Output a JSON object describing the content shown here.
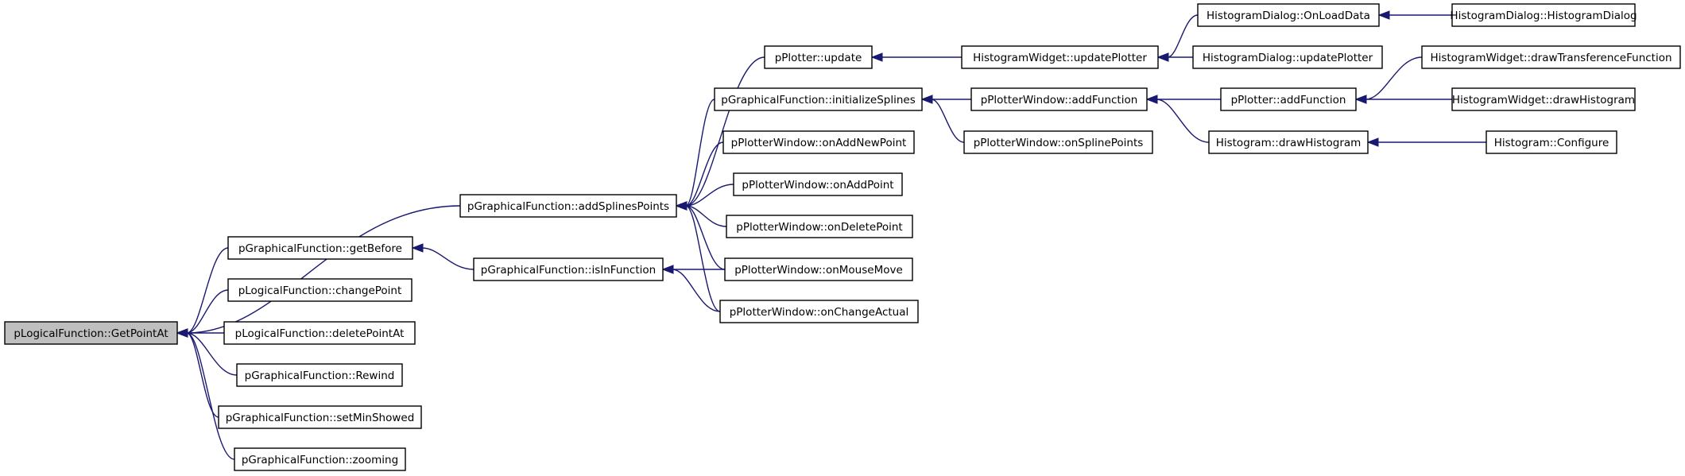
{
  "colors": {
    "node_fill": "#ffffff",
    "focus_node_fill": "#bfbfbf",
    "node_border": "#000000",
    "edge": "#191970",
    "background": "#ffffff"
  },
  "graph": {
    "direction": "right-to-left (caller graph)",
    "focus_node": "GetPointAt",
    "nodes": [
      {
        "id": "GetPointAt",
        "label": "pLogicalFunction::GetPointAt"
      },
      {
        "id": "addSplinesPoints",
        "label": "pGraphicalFunction::addSplinesPoints"
      },
      {
        "id": "getBefore",
        "label": "pGraphicalFunction::getBefore"
      },
      {
        "id": "changePoint",
        "label": "pLogicalFunction::changePoint"
      },
      {
        "id": "deletePointAt",
        "label": "pLogicalFunction::deletePointAt"
      },
      {
        "id": "Rewind",
        "label": "pGraphicalFunction::Rewind"
      },
      {
        "id": "setMinShowed",
        "label": "pGraphicalFunction::setMinShowed"
      },
      {
        "id": "zooming",
        "label": "pGraphicalFunction::zooming"
      },
      {
        "id": "isInFunction",
        "label": "pGraphicalFunction::isInFunction"
      },
      {
        "id": "pPlotterUpdate",
        "label": "pPlotter::update"
      },
      {
        "id": "initializeSplines",
        "label": "pGraphicalFunction::initializeSplines"
      },
      {
        "id": "onAddNewPoint",
        "label": "pPlotterWindow::onAddNewPoint"
      },
      {
        "id": "onAddPoint",
        "label": "pPlotterWindow::onAddPoint"
      },
      {
        "id": "onDeletePoint",
        "label": "pPlotterWindow::onDeletePoint"
      },
      {
        "id": "onMouseMove",
        "label": "pPlotterWindow::onMouseMove"
      },
      {
        "id": "onChangeActual",
        "label": "pPlotterWindow::onChangeActual"
      },
      {
        "id": "hwUpdatePlotter",
        "label": "HistogramWidget::updatePlotter"
      },
      {
        "id": "pwAddFunction",
        "label": "pPlotterWindow::addFunction"
      },
      {
        "id": "onSplinePoints",
        "label": "pPlotterWindow::onSplinePoints"
      },
      {
        "id": "onLoadData",
        "label": "HistogramDialog::OnLoadData"
      },
      {
        "id": "hdUpdatePlotter",
        "label": "HistogramDialog::updatePlotter"
      },
      {
        "id": "pAddFunction",
        "label": "pPlotter::addFunction"
      },
      {
        "id": "hDrawHistogram",
        "label": "Histogram::drawHistogram"
      },
      {
        "id": "hdHistogramDialog",
        "label": "HistogramDialog::HistogramDialog"
      },
      {
        "id": "drawTransference",
        "label": "HistogramWidget::drawTransferenceFunction"
      },
      {
        "id": "hwDrawHistogram",
        "label": "HistogramWidget::drawHistogram"
      },
      {
        "id": "hConfigure",
        "label": "Histogram::Configure"
      }
    ],
    "edges": [
      {
        "from": "addSplinesPoints",
        "to": "GetPointAt"
      },
      {
        "from": "getBefore",
        "to": "GetPointAt"
      },
      {
        "from": "changePoint",
        "to": "GetPointAt"
      },
      {
        "from": "deletePointAt",
        "to": "GetPointAt"
      },
      {
        "from": "Rewind",
        "to": "GetPointAt"
      },
      {
        "from": "setMinShowed",
        "to": "GetPointAt"
      },
      {
        "from": "zooming",
        "to": "GetPointAt"
      },
      {
        "from": "pPlotterUpdate",
        "to": "addSplinesPoints"
      },
      {
        "from": "initializeSplines",
        "to": "addSplinesPoints"
      },
      {
        "from": "onAddNewPoint",
        "to": "addSplinesPoints"
      },
      {
        "from": "onAddPoint",
        "to": "addSplinesPoints"
      },
      {
        "from": "onDeletePoint",
        "to": "addSplinesPoints"
      },
      {
        "from": "onMouseMove",
        "to": "addSplinesPoints"
      },
      {
        "from": "onChangeActual",
        "to": "addSplinesPoints"
      },
      {
        "from": "isInFunction",
        "to": "getBefore"
      },
      {
        "from": "onMouseMove",
        "to": "isInFunction"
      },
      {
        "from": "onChangeActual",
        "to": "isInFunction"
      },
      {
        "from": "hwUpdatePlotter",
        "to": "pPlotterUpdate"
      },
      {
        "from": "pwAddFunction",
        "to": "initializeSplines"
      },
      {
        "from": "onSplinePoints",
        "to": "initializeSplines"
      },
      {
        "from": "onLoadData",
        "to": "hwUpdatePlotter"
      },
      {
        "from": "hdUpdatePlotter",
        "to": "hwUpdatePlotter"
      },
      {
        "from": "pAddFunction",
        "to": "pwAddFunction"
      },
      {
        "from": "hDrawHistogram",
        "to": "pwAddFunction"
      },
      {
        "from": "hdHistogramDialog",
        "to": "onLoadData"
      },
      {
        "from": "drawTransference",
        "to": "pAddFunction"
      },
      {
        "from": "hwDrawHistogram",
        "to": "pAddFunction"
      },
      {
        "from": "hConfigure",
        "to": "hDrawHistogram"
      }
    ]
  }
}
